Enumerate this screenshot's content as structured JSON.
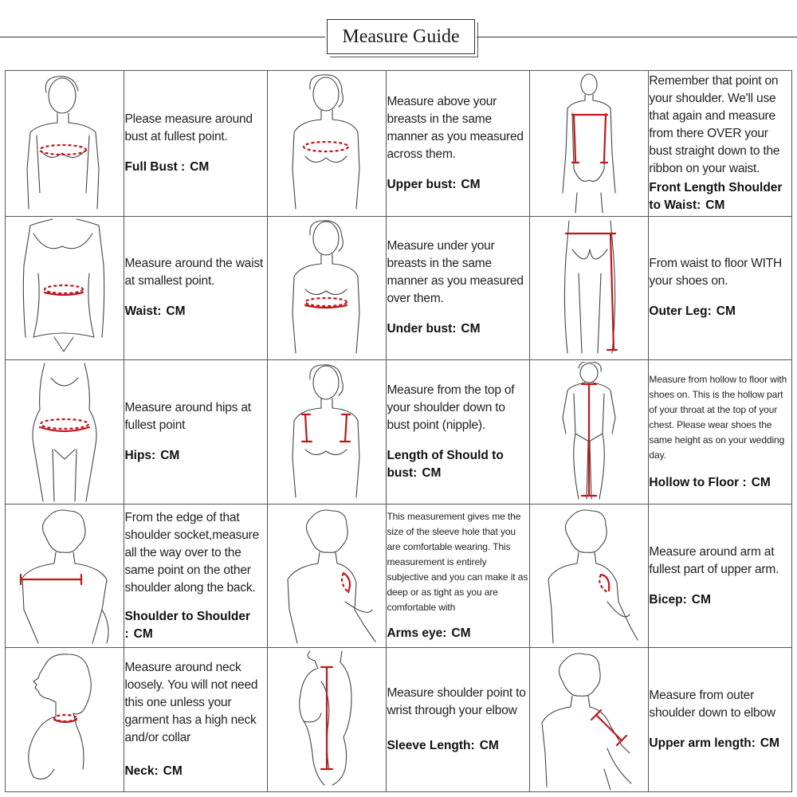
{
  "title": "Measure Guide",
  "colors": {
    "accent": "#c0171c",
    "line": "#555555"
  },
  "unit": "CM",
  "items": [
    {
      "desc": "Please measure around bust at fullest point.",
      "label": "Full Bust :"
    },
    {
      "desc": "Measure above your breasts in the same manner as you measured across them.",
      "label": "Upper bust:"
    },
    {
      "desc": "Remember that point on your shoulder. We'll use that again and measure from there OVER your bust straight down to the ribbon on your waist.",
      "label": "Front Length Shoulder to Waist:"
    },
    {
      "desc": "Measure around the waist at smallest point.",
      "label": "Waist:"
    },
    {
      "desc": "Measure under your breasts in the same manner as you measured over them.",
      "label": "Under bust:"
    },
    {
      "desc": "From waist to floor WITH your shoes on.",
      "label": "Outer Leg:"
    },
    {
      "desc": "Measure around hips at fullest point",
      "label": "Hips:"
    },
    {
      "desc": "Measure from the top of your shoulder down to bust point (nipple).",
      "label": "Length of Should to bust:"
    },
    {
      "desc": "Measure from hollow to floor with shoes on. This is the hollow part of your throat at the top of your chest. Please wear shoes the same height as on your wedding day.",
      "label": "Hollow to Floor :"
    },
    {
      "desc": "From the edge of that shoulder socket,measure all the way over to the same point on the other shoulder along the back.",
      "label": "Shoulder to Shoulder :"
    },
    {
      "desc": "This measurement gives me the size of the sleeve hole that you are comfortable wearing. This measurement is entirely subjective and you can make it as deep or as tight as you are comfortable with",
      "label": "Arms eye:"
    },
    {
      "desc": "Measure around arm at fullest part of upper arm.",
      "label": "Bicep:"
    },
    {
      "desc": "Measure around neck loosely. You will not need this one unless your garment has a high neck and/or collar",
      "label": "Neck:"
    },
    {
      "desc": "Measure shoulder point to wrist through your elbow",
      "label": "Sleeve Length:"
    },
    {
      "desc": "Measure from outer shoulder down to elbow",
      "label": "Upper arm length:"
    }
  ],
  "figures": [
    "figure-front-torso-bust",
    "figure-front-torso-upper-bust",
    "figure-front-body-shoulder-to-waist",
    "figure-front-torso-waist",
    "figure-front-torso-under-bust",
    "figure-front-legs-outer-leg",
    "figure-front-torso-hips",
    "figure-front-torso-shoulder-to-bust",
    "figure-front-full-body-hollow-to-floor",
    "figure-back-shoulders",
    "figure-back-arms-eye",
    "figure-back-bicep",
    "figure-profile-neck",
    "figure-side-sleeve-length",
    "figure-back-upper-arm-length"
  ]
}
